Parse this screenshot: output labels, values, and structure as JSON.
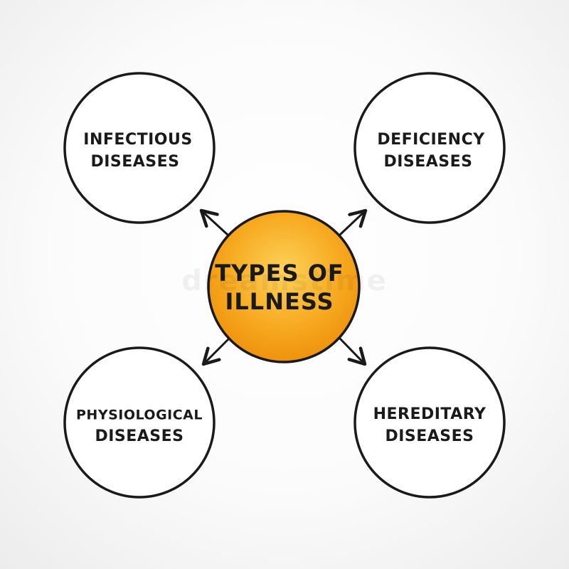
{
  "center": {
    "line1": "TYPES OF",
    "line2": "ILLNESS",
    "fill_color_top": "#fcc13a",
    "fill_color_bottom": "#f39a10"
  },
  "nodes": [
    {
      "id": "infectious",
      "line1": "INFECTIOUS",
      "line2": "DISEASES"
    },
    {
      "id": "deficiency",
      "line1": "DEFICIENCY",
      "line2": "DISEASES"
    },
    {
      "id": "physiological",
      "line1": "PHYSIOLOGICAL",
      "line2": "DISEASES"
    },
    {
      "id": "hereditary",
      "line1": "HEREDITARY",
      "line2": "DISEASES"
    }
  ],
  "watermark": "dreamstime",
  "colors": {
    "outline": "#1a1a1a",
    "outer_fill": "#ffffff"
  }
}
